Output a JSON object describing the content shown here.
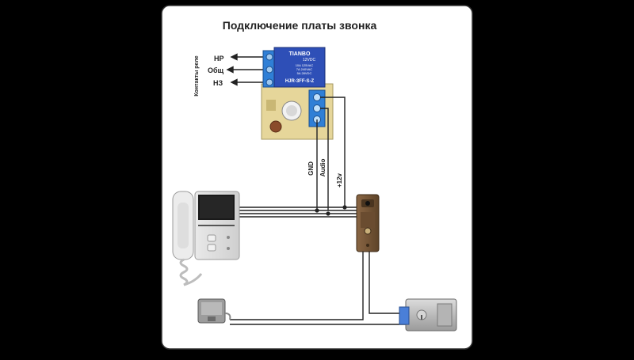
{
  "title": "Подключение платы звонка",
  "relay_contacts": {
    "group_label": "Контакты реле",
    "no": "НР",
    "common": "Общ",
    "nc": "НЗ"
  },
  "relay": {
    "brand": "TIANBO",
    "coil": "12VDC",
    "rating_1": "10A 125VAC",
    "rating_2": "7A 240VAC",
    "rating_3": "5A 28VDC",
    "model": "HJR-3FF-S-Z"
  },
  "wires": {
    "gnd": "GND",
    "audio": "Audio",
    "power": "+12v"
  },
  "colors": {
    "background": "#000000",
    "panel": "#ffffff",
    "wire": "#222222",
    "relay_blue": "#2e4fb7",
    "pcb": "#e6d69a",
    "terminal_blue": "#2f7fd6",
    "panel_brown": "#7a5a3a"
  }
}
